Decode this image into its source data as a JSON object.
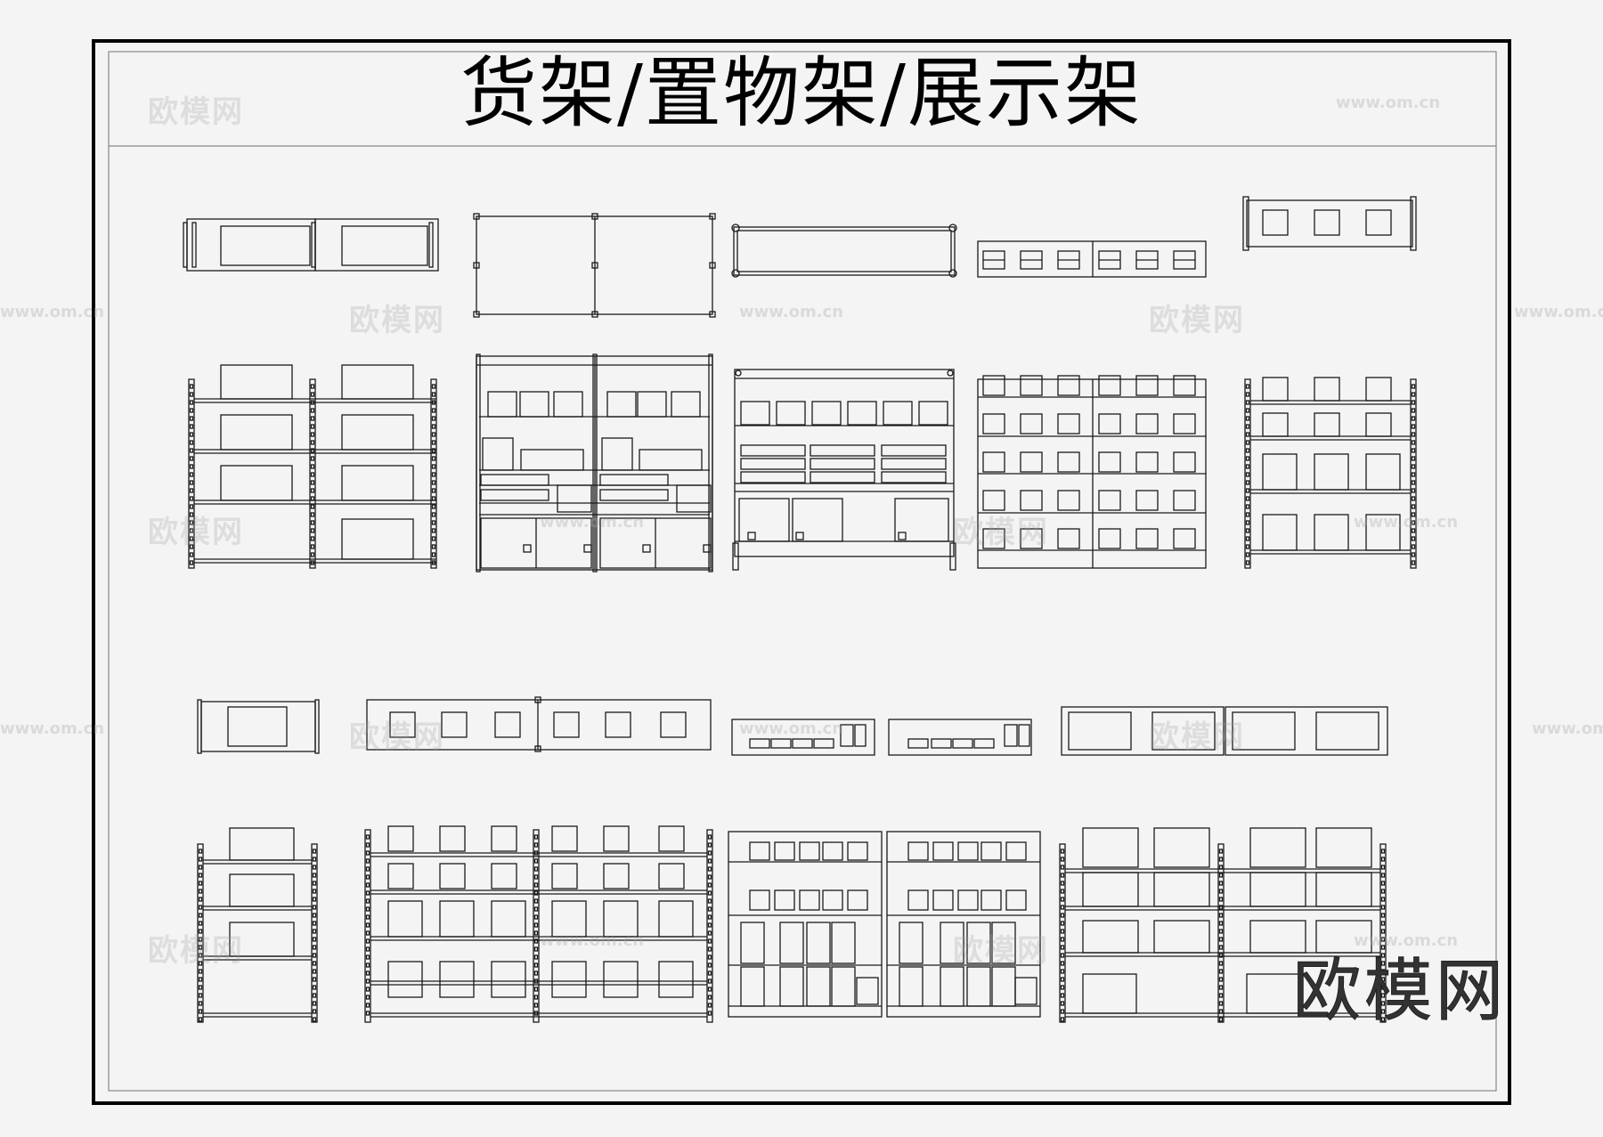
{
  "title": "货架/置物架/展示架",
  "watermark": {
    "brand": "欧模网",
    "url": "www.om.cn"
  },
  "colors": {
    "background": "#f4f4f4",
    "line": "#1a1a1a",
    "frame": "#000000",
    "watermark": "#aaaaaa"
  }
}
